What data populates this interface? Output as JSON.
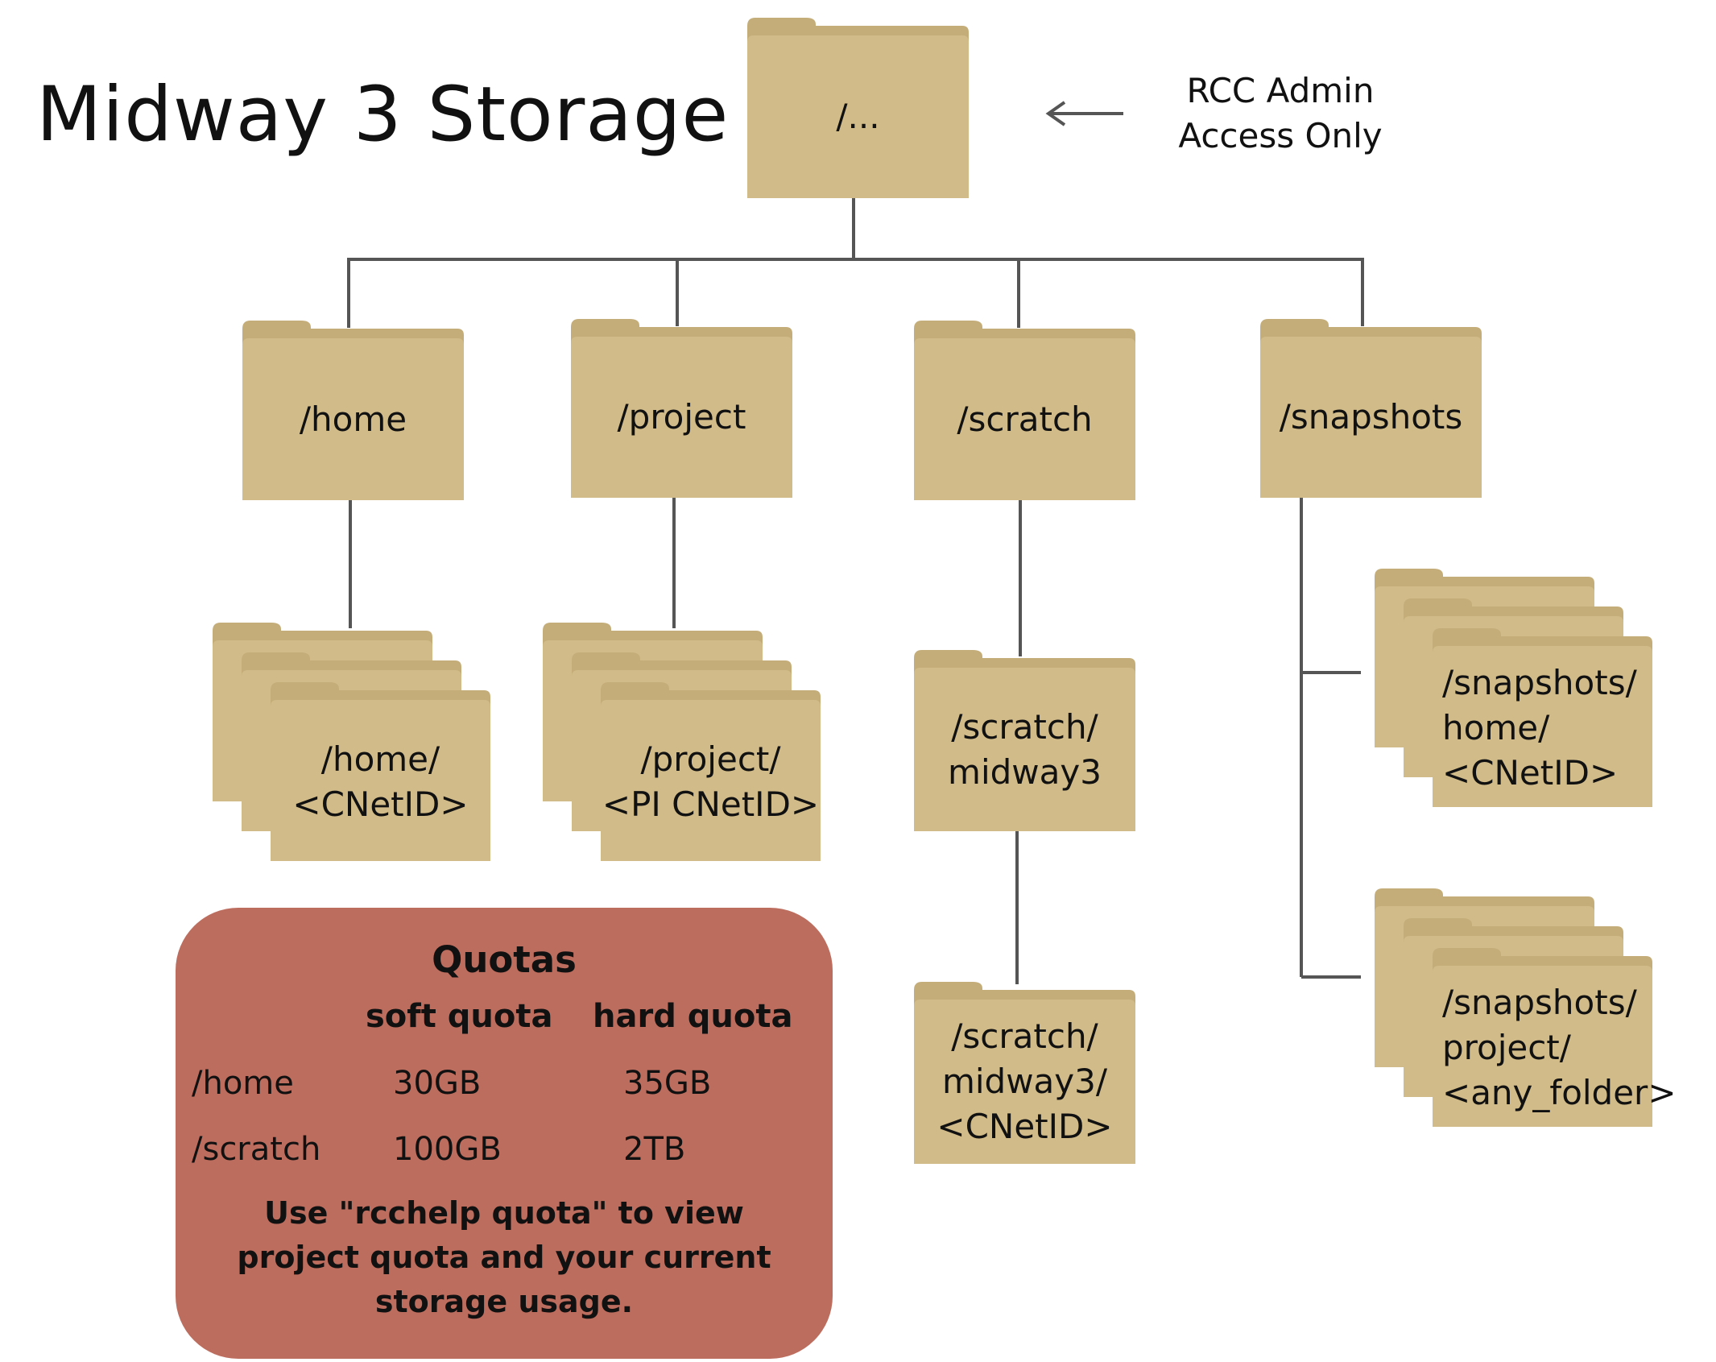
{
  "title": "Midway 3 Storage",
  "admin_note": "RCC Admin Access Only",
  "colors": {
    "folder": "#d1bb89",
    "folder_tab": "#c4ad79",
    "lines": "#555555",
    "quota_box": "#bd6d5e"
  },
  "root": {
    "label": "/..."
  },
  "level1": [
    {
      "label": "/home"
    },
    {
      "label": "/project"
    },
    {
      "label": "/scratch"
    },
    {
      "label": "/snapshots"
    }
  ],
  "subfolders": {
    "home_user": {
      "lines": [
        "/home/",
        "<CNetID>"
      ]
    },
    "project_pi": {
      "lines": [
        "/project/",
        "<PI CNetID>"
      ]
    },
    "scratch_midway3": {
      "lines": [
        "/scratch/",
        "midway3"
      ]
    },
    "scratch_user": {
      "lines": [
        "/scratch/",
        "midway3/",
        "<CNetID>"
      ]
    },
    "snap_home": {
      "lines": [
        "/snapshots/",
        "home/",
        "<CNetID>"
      ]
    },
    "snap_project": {
      "lines": [
        "/snapshots/",
        "project/",
        "<any_folder>"
      ]
    }
  },
  "quotas": {
    "title": "Quotas",
    "col_soft": "soft quota",
    "col_hard": "hard quota",
    "rows": [
      {
        "name": "/home",
        "soft": "30GB",
        "hard": "35GB"
      },
      {
        "name": "/scratch",
        "soft": "100GB",
        "hard": "2TB"
      }
    ],
    "note": "Use \"rcchelp quota\" to view project quota and your current storage usage."
  }
}
